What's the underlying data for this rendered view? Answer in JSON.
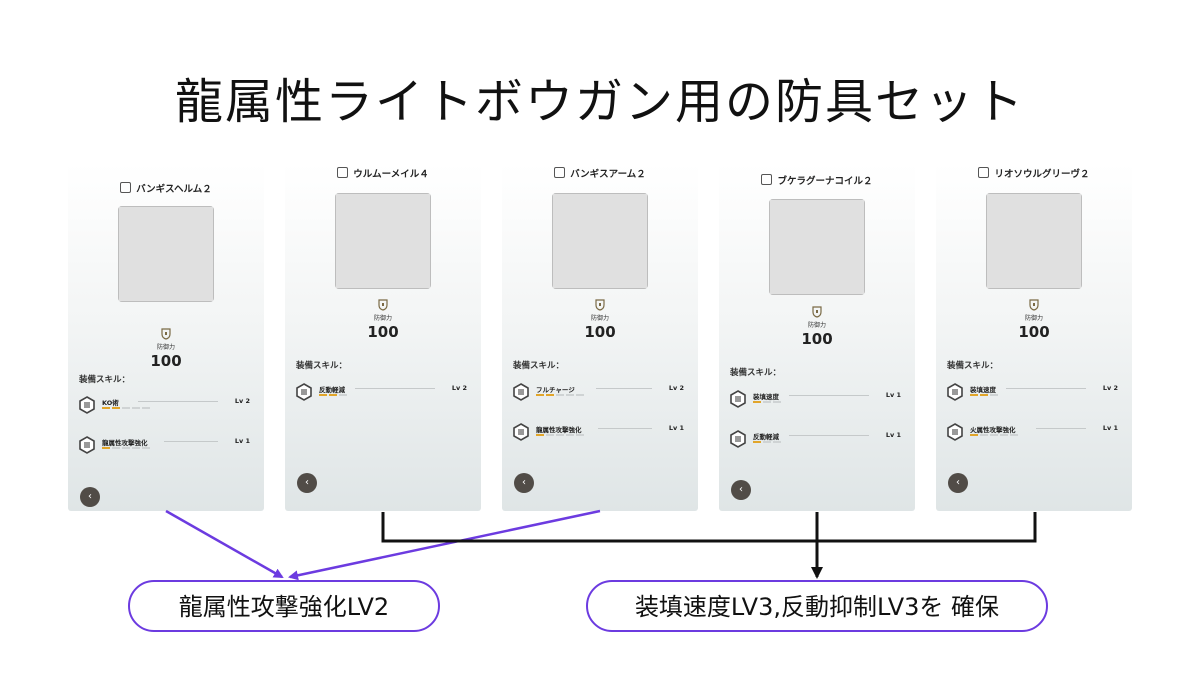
{
  "title": "龍属性ライトボウガン用の防具セット",
  "defense_label": "防御力",
  "skills_label": "装備スキル：",
  "back_icon": "‹",
  "cards": [
    {
      "name": "バンギスヘルム２",
      "defense": "100",
      "skills": [
        {
          "name": "KO術",
          "level": "Lv 2",
          "filled": 2,
          "total": 5
        },
        {
          "name": "龍属性攻撃強化",
          "level": "Lv 1",
          "filled": 1,
          "total": 5
        }
      ]
    },
    {
      "name": "ウルムーメイル４",
      "defense": "100",
      "skills": [
        {
          "name": "反動軽減",
          "level": "Lv 2",
          "filled": 2,
          "total": 3
        }
      ]
    },
    {
      "name": "バンギスアーム２",
      "defense": "100",
      "skills": [
        {
          "name": "フルチャージ",
          "level": "Lv 2",
          "filled": 2,
          "total": 5
        },
        {
          "name": "龍属性攻撃強化",
          "level": "Lv 1",
          "filled": 1,
          "total": 5
        }
      ]
    },
    {
      "name": "ブケラグーナコイル２",
      "defense": "100",
      "skills": [
        {
          "name": "装填速度",
          "level": "Lv 1",
          "filled": 1,
          "total": 3
        },
        {
          "name": "反動軽減",
          "level": "Lv 1",
          "filled": 1,
          "total": 3
        }
      ]
    },
    {
      "name": "リオソウルグリーヴ２",
      "defense": "100",
      "skills": [
        {
          "name": "装填速度",
          "level": "Lv 2",
          "filled": 2,
          "total": 3
        },
        {
          "name": "火属性攻撃強化",
          "level": "Lv 1",
          "filled": 1,
          "total": 5
        }
      ]
    }
  ],
  "callouts": {
    "left": "龍属性攻撃強化LV2",
    "right": "装填速度LV3,反動抑制LV3を 確保"
  },
  "colors": {
    "accent": "#6c3be0",
    "pip_on": "#e1a52a",
    "pip_off": "#cfd3d4",
    "back_button": "#514c47"
  }
}
